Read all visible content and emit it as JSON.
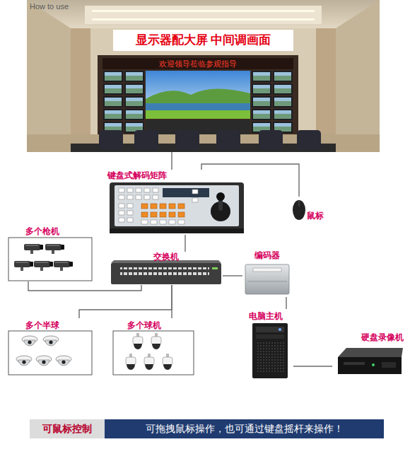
{
  "diagram": {
    "nodes": [
      {
        "text": [
          "How to use"
        ]
      },
      {
        "text": [
          "显示器配大屏 中间调画面"
        ],
        "in": 0
      },
      {
        "text": [
          "欢迎领导莅临参观指导"
        ],
        "in": 0
      },
      {
        "text": [
          "键盘式解码矩阵"
        ]
      },
      {
        "text": [
          "鼠标"
        ]
      },
      {
        "text": [
          "多个枪机"
        ]
      },
      {
        "text": [
          "交换机"
        ]
      },
      {
        "text": [
          "编码器"
        ]
      },
      {
        "text": [
          "多个半球"
        ]
      },
      {
        "text": [
          "多个球机"
        ]
      },
      {
        "text": [
          "电脑主机"
        ]
      },
      {
        "text": [
          "硬盘录像机"
        ]
      },
      {
        "text": [
          "可鼠标控制"
        ]
      },
      {
        "text": [
          "可拖拽鼠标操作，也可通过键盘摇杆来操作！"
        ]
      }
    ],
    "edges": [
      {
        "from": 0,
        "to": 3,
        "arrow": "none"
      },
      {
        "from": 3,
        "to": 4,
        "arrow": "none"
      },
      {
        "from": 3,
        "to": 6,
        "arrow": "none"
      },
      {
        "from": 5,
        "to": 6,
        "arrow": "none"
      },
      {
        "from": 6,
        "to": 7,
        "arrow": "none"
      },
      {
        "from": 6,
        "to": 8,
        "arrow": "none"
      },
      {
        "from": 6,
        "to": 9,
        "arrow": "none"
      },
      {
        "from": 7,
        "to": 10,
        "arrow": "none"
      },
      {
        "from": 10,
        "to": 11,
        "arrow": "none"
      }
    ]
  }
}
